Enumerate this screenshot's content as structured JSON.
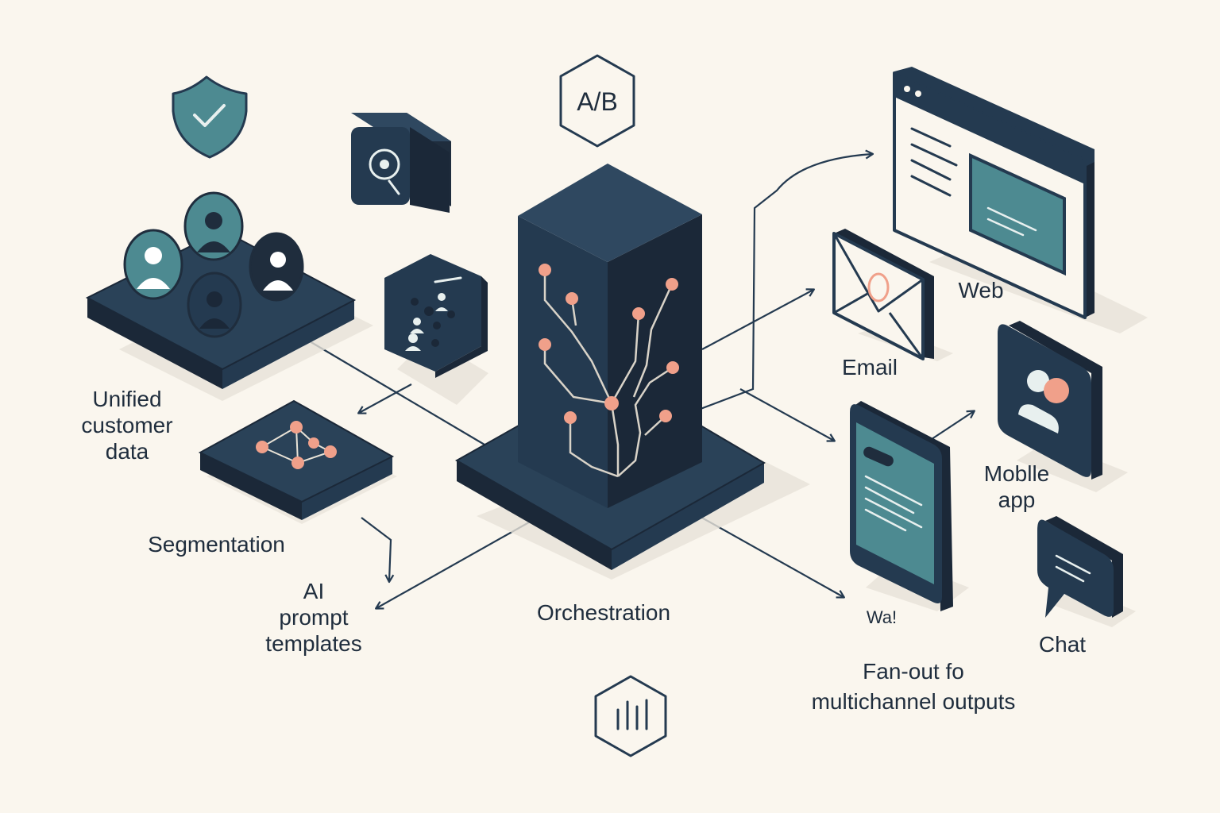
{
  "colors": {
    "background": "#faf6ee",
    "navy": "#243a50",
    "navy_dark": "#1f2d3d",
    "teal": "#4d8a91",
    "coral": "#f0a08a",
    "shadow": "#e7e2d8",
    "white": "#ffffff"
  },
  "badges": {
    "ab": "A/B"
  },
  "labels": {
    "unified": "Unified\ncustomer\ndata",
    "segmentation": "Segmentation",
    "ai_templates": "AI\nprompt\ntemplates",
    "orchestration": "Orchestration",
    "web": "Web",
    "email": "Email",
    "mobile": "Moblle\napp",
    "chat": "Chat",
    "wal": "Wa!",
    "fanout": "Fan-out fo\nmultichannel outputs"
  },
  "icons": [
    "shield-check-icon",
    "ab-test-icon",
    "search-cube-icon",
    "people-cube-icon",
    "customer-profiles-platform-icon",
    "segmentation-network-icon",
    "orchestration-tower-icon",
    "web-browser-icon",
    "email-envelope-icon",
    "mobile-phone-icon",
    "mobile-app-icon",
    "chat-bubble-icon",
    "analytics-chart-icon"
  ]
}
